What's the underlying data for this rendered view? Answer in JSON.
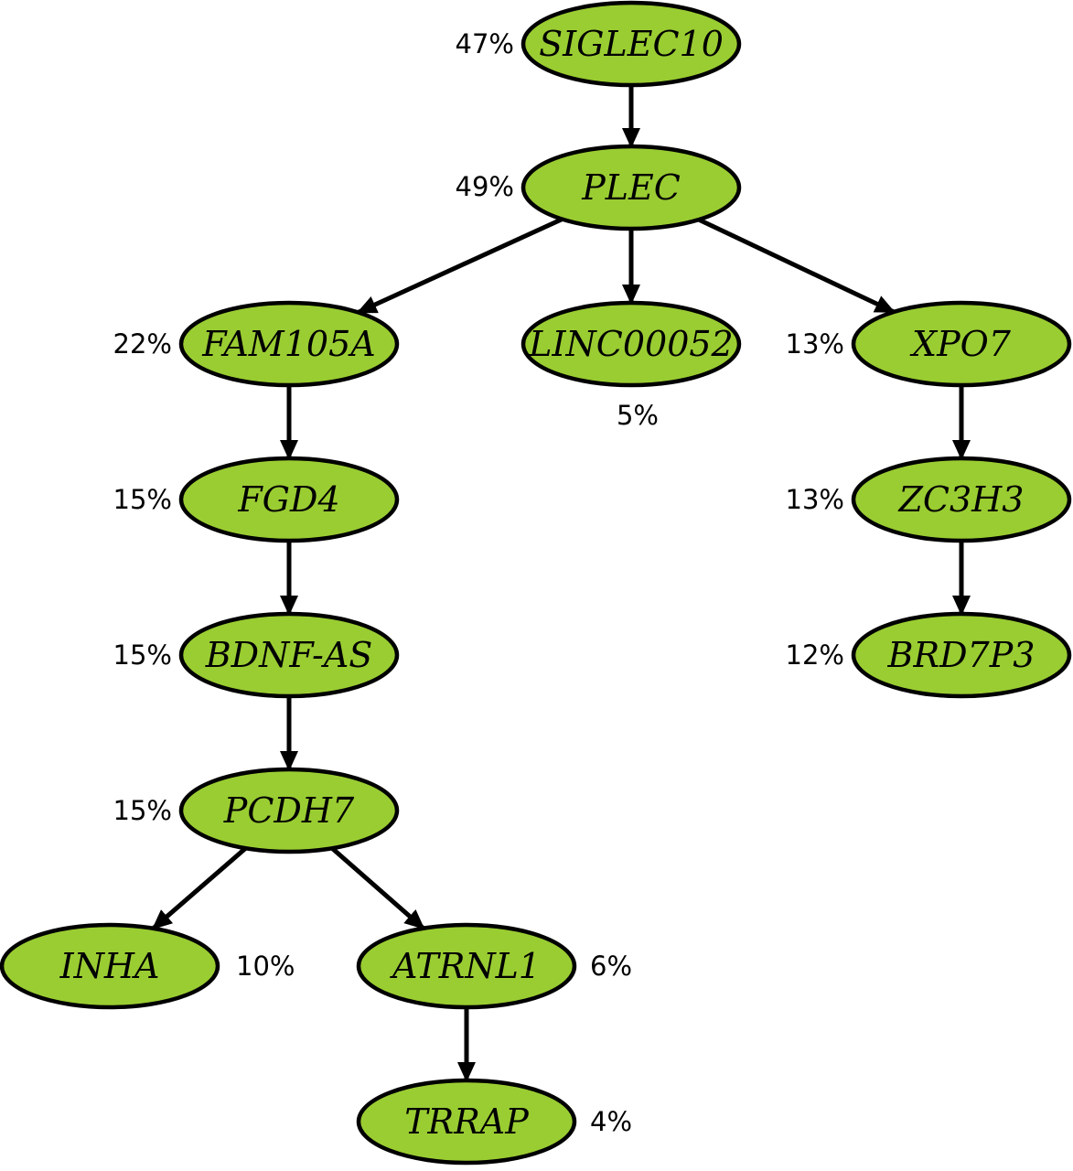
{
  "diagram": {
    "node_fill": "#9acd32",
    "stroke_color": "#000000",
    "nodes": [
      {
        "id": "SIGLEC10",
        "label": "SIGLEC10",
        "percent": "47%"
      },
      {
        "id": "PLEC",
        "label": "PLEC",
        "percent": "49%"
      },
      {
        "id": "FAM105A",
        "label": "FAM105A",
        "percent": "22%"
      },
      {
        "id": "LINC00052",
        "label": "LINC00052",
        "percent": "5%"
      },
      {
        "id": "XPO7",
        "label": "XPO7",
        "percent": "13%"
      },
      {
        "id": "FGD4",
        "label": "FGD4",
        "percent": "15%"
      },
      {
        "id": "ZC3H3",
        "label": "ZC3H3",
        "percent": "13%"
      },
      {
        "id": "BDNF-AS",
        "label": "BDNF-AS",
        "percent": "15%"
      },
      {
        "id": "BRD7P3",
        "label": "BRD7P3",
        "percent": "12%"
      },
      {
        "id": "PCDH7",
        "label": "PCDH7",
        "percent": "15%"
      },
      {
        "id": "INHA",
        "label": "INHA",
        "percent": "10%"
      },
      {
        "id": "ATRNL1",
        "label": "ATRNL1",
        "percent": "6%"
      },
      {
        "id": "TRRAP",
        "label": "TRRAP",
        "percent": "4%"
      }
    ],
    "edges": [
      {
        "from": "SIGLEC10",
        "to": "PLEC"
      },
      {
        "from": "PLEC",
        "to": "FAM105A"
      },
      {
        "from": "PLEC",
        "to": "LINC00052"
      },
      {
        "from": "PLEC",
        "to": "XPO7"
      },
      {
        "from": "FAM105A",
        "to": "FGD4"
      },
      {
        "from": "FGD4",
        "to": "BDNF-AS"
      },
      {
        "from": "BDNF-AS",
        "to": "PCDH7"
      },
      {
        "from": "PCDH7",
        "to": "INHA"
      },
      {
        "from": "PCDH7",
        "to": "ATRNL1"
      },
      {
        "from": "ATRNL1",
        "to": "TRRAP"
      },
      {
        "from": "XPO7",
        "to": "ZC3H3"
      },
      {
        "from": "ZC3H3",
        "to": "BRD7P3"
      }
    ]
  }
}
